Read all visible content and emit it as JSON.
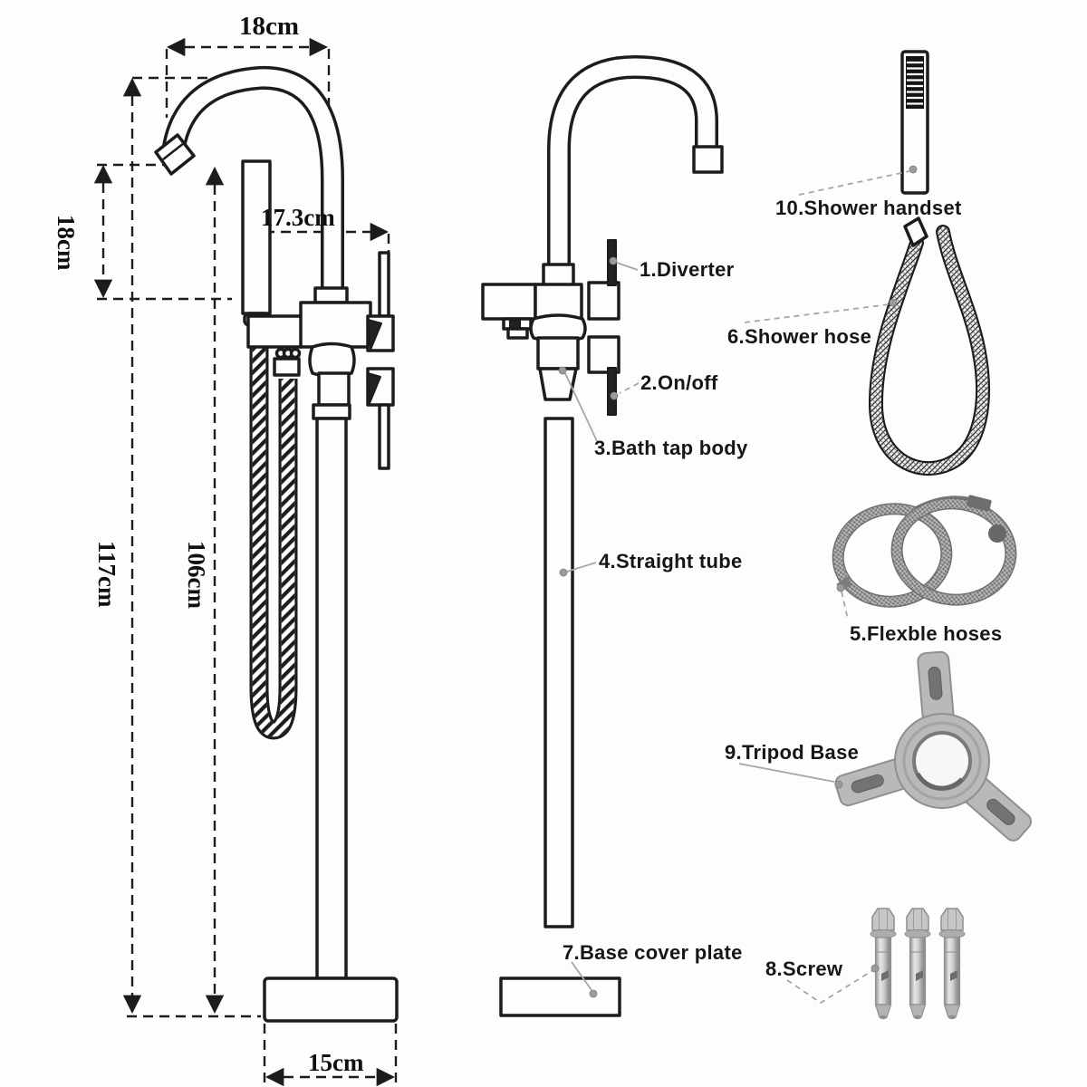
{
  "dimensions": {
    "spout_width": "18cm",
    "spout_drop": "18cm",
    "tap_reach": "17.3cm",
    "total_height": "117cm",
    "tube_height": "106cm",
    "base_width": "15cm"
  },
  "parts": {
    "diverter": "1.Diverter",
    "on_off": "2.On/off",
    "bath_tap_body": "3.Bath tap body",
    "straight_tube": "4.Straight tube",
    "flexible_hoses": "5.Flexble hoses",
    "shower_hose": "6.Shower hose",
    "base_cover_plate": "7.Base cover plate",
    "screw": "8.Screw",
    "tripod_base": "9.Tripod Base",
    "shower_handset": "10.Shower handset"
  },
  "colors": {
    "ink": "#1c1c1c",
    "leader": "#a6a6a6",
    "metal": "#b9b9b9",
    "background": "#fdfdfd"
  }
}
